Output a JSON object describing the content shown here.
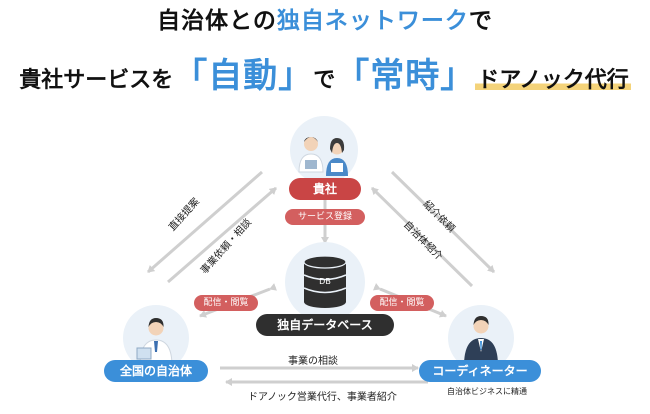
{
  "headline": {
    "line1_a": "自治体との",
    "line1_b": "独自ネットワーク",
    "line1_c": "で",
    "line2_a": "貴社サービスを",
    "line2_b": "「自動」",
    "line2_c": "で",
    "line2_d": "「常時」",
    "line2_e": "ドアノック代行"
  },
  "nodes": {
    "company": "貴社",
    "database": "独自データベース",
    "db_icon_text": "DB",
    "municipalities": "全国の自治体",
    "coordinator": "コーディネーター",
    "coordinator_note": "自治体ビジネスに精通"
  },
  "tags": {
    "service_register": "サービス登録",
    "delivery_left": "配信・閲覧",
    "delivery_right": "配信・閲覧"
  },
  "labels": {
    "direct_proposal": "直接提案",
    "request_consult": "事業依頼・相談",
    "intro_request": "紹介依頼",
    "municipality_intro": "自治体紹介",
    "business_consult": "事業の相談",
    "door_knock": "ドアノック営業代行、事業者紹介"
  },
  "colors": {
    "accent_blue": "#3b8fd9",
    "company_red": "#c94545",
    "tag_red": "#d35f5f",
    "db_dark": "#2f2f2f",
    "arrow_gray": "#cfcfcf",
    "highlight_yellow": "#f4d37a"
  }
}
